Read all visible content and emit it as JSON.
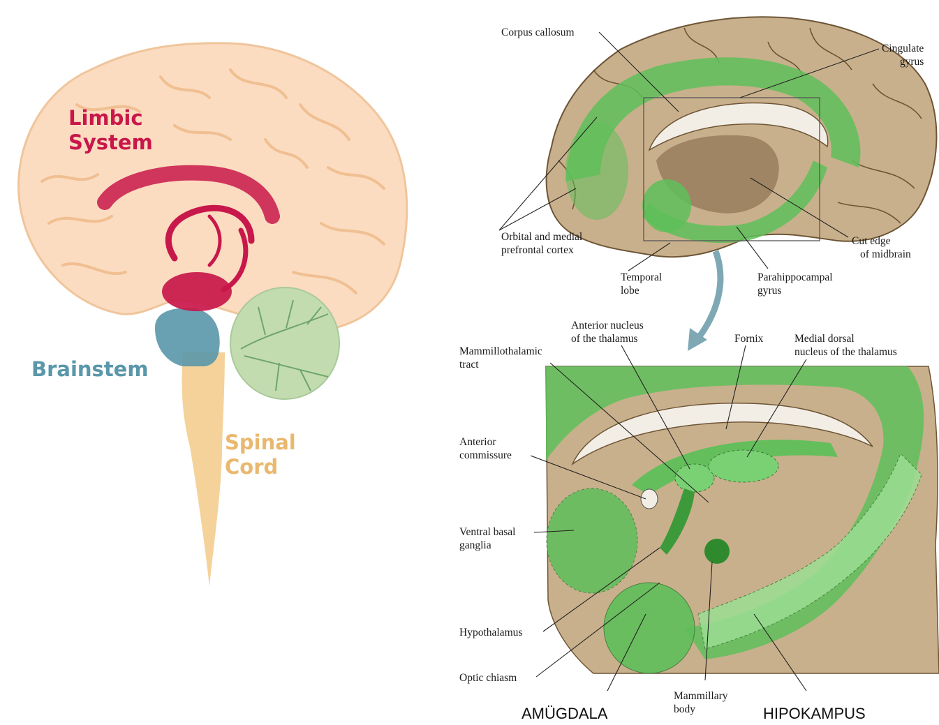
{
  "left_diagram": {
    "labels": {
      "limbic": [
        "Limbic",
        "System"
      ],
      "brainstem": "Brainstem",
      "spinal": [
        "Spinal",
        "Cord"
      ]
    },
    "colors": {
      "limbic": "#c8174a",
      "brainstem": "#5a97aa",
      "spinal": "#e9b86f",
      "cerebrum": "#fbdcc0",
      "cerebellum": "#c2dcb0"
    }
  },
  "right_diagram": {
    "top_labels": {
      "corpus_callosum": "Corpus callosum",
      "cingulate": [
        "Cingulate",
        "gyrus"
      ],
      "orbital": [
        "Orbital and medial",
        "prefrontal cortex"
      ],
      "temporal": [
        "Temporal",
        "lobe"
      ],
      "parahippocampal": [
        "Parahippocampal",
        "gyrus"
      ],
      "cut_edge": [
        "Cut edge",
        "of midbrain"
      ]
    },
    "bottom_labels": {
      "anterior_nucleus": [
        "Anterior nucleus",
        "of the thalamus"
      ],
      "fornix": "Fornix",
      "medial_dorsal": [
        "Medial dorsal",
        "nucleus of the thalamus"
      ],
      "mammillothalamic": [
        "Mammillothalamic",
        "tract"
      ],
      "anterior_commissure": [
        "Anterior",
        "commissure"
      ],
      "ventral_basal": [
        "Ventral basal",
        "ganglia"
      ],
      "hypothalamus": "Hypothalamus",
      "optic_chiasm": "Optic chiasm",
      "mammillary": [
        "Mammillary",
        "body"
      ]
    },
    "captions": {
      "amygdala": "AMÜGDALA",
      "hippocampus": "HIPOKAMPUS"
    },
    "colors": {
      "limbic_green": "#5fbf5a",
      "brain_tan": "#c9b08c"
    }
  }
}
